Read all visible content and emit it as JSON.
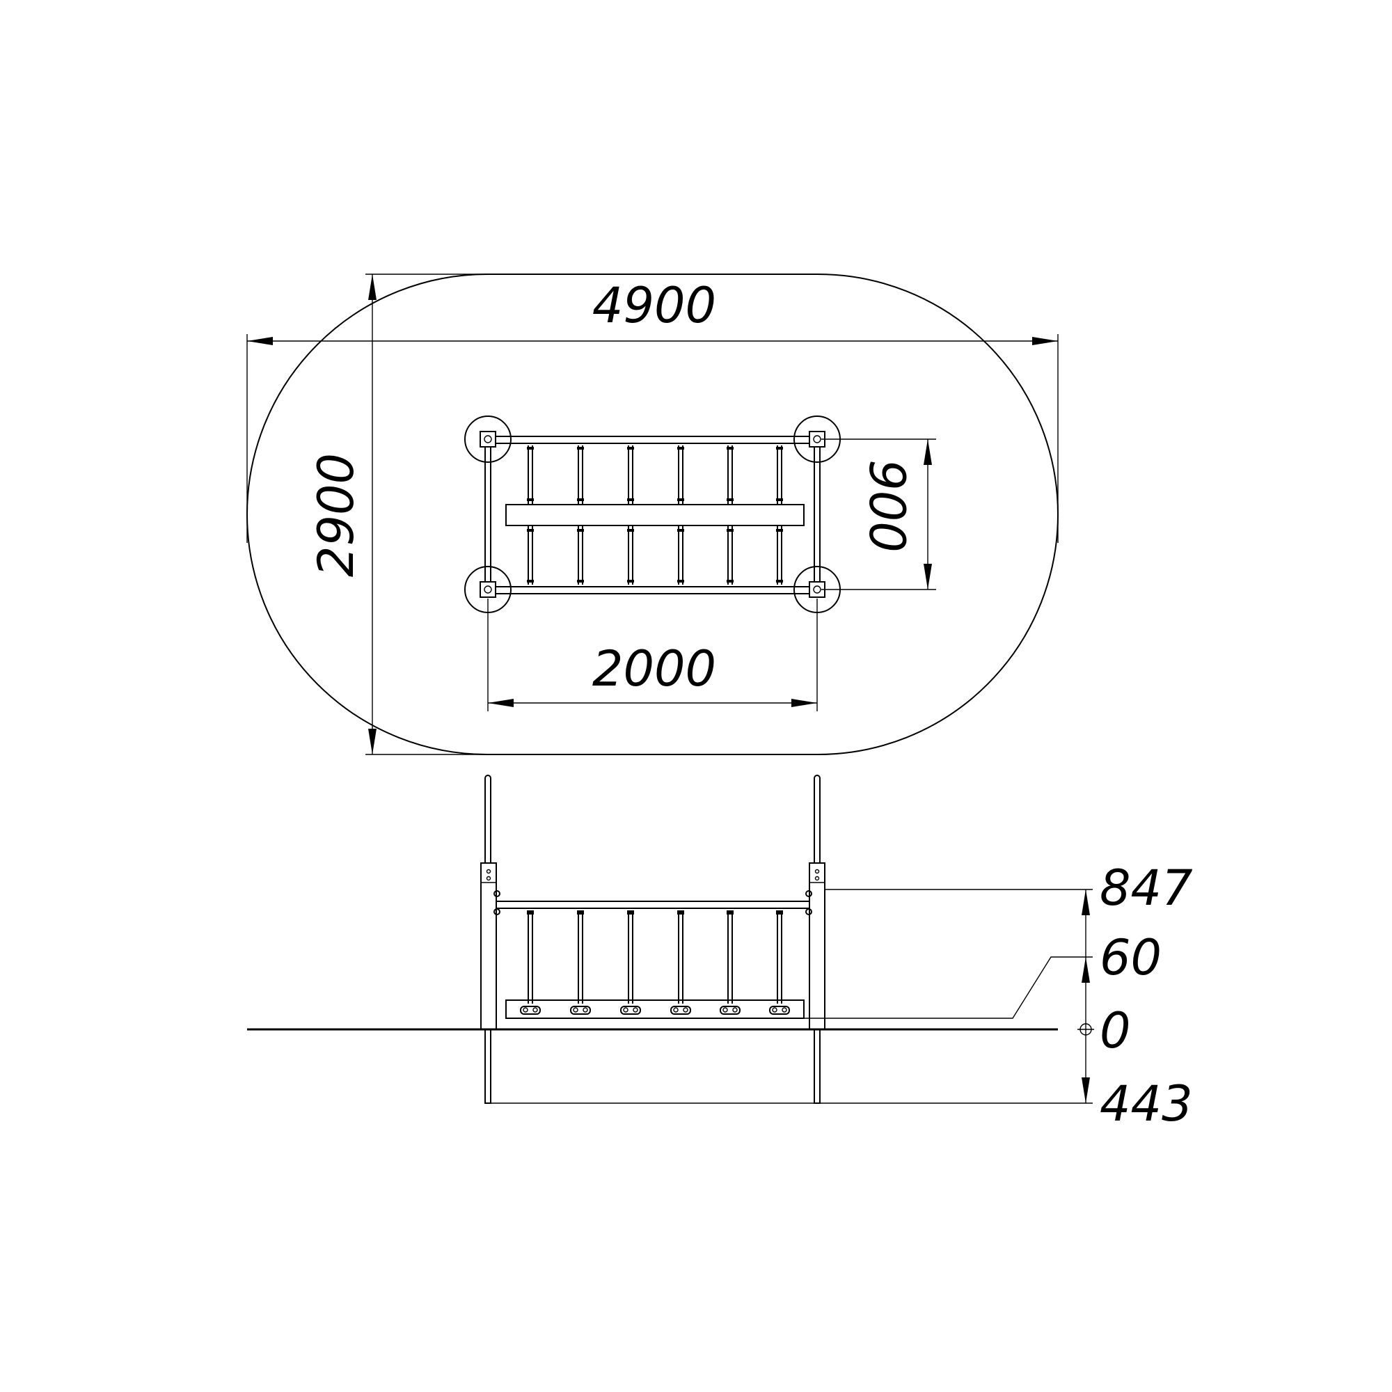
{
  "plan_view": {
    "area_length": "4900",
    "area_width": "2900",
    "frame_depth": "900",
    "frame_length": "2000"
  },
  "side_view": {
    "level_top": "847",
    "level_step": "60",
    "level_ground": "0",
    "level_foundation": "443"
  },
  "colors": {
    "line": "#000000",
    "background": "#ffffff"
  }
}
